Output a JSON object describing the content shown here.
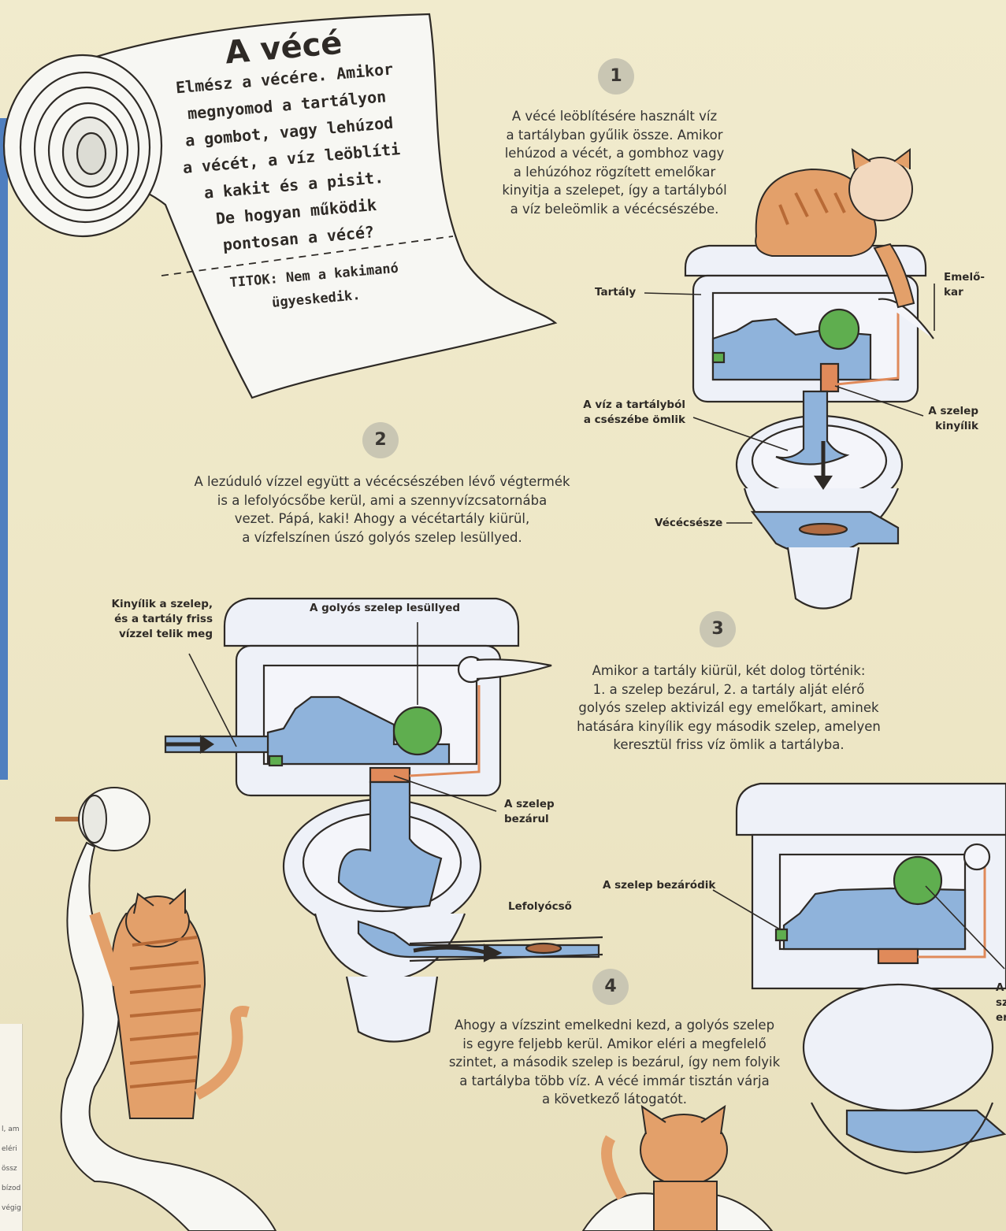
{
  "intro": {
    "title": "A vécé",
    "lines": [
      "Elmész a vécére. Amikor",
      "megnyomod a tartályon",
      "a gombot, vagy lehúzod",
      "a vécét, a víz leöblíti",
      "a kakit és a pisit.",
      "De hogyan működik",
      "pontosan a vécé?"
    ],
    "secret_lines": [
      "TITOK: Nem a kakimanó",
      "ügyeskedik."
    ]
  },
  "steps": [
    {
      "number": "1",
      "lines": [
        "A vécé leöblítésére használt víz",
        "a tartályban gyűlik össze. Amikor",
        "lehúzod a vécét, a gombhoz vagy",
        "a lehúzóhoz rögzített emelőkar",
        "kinyitja a szelepet, így a tartályból",
        "a víz beleömlik a vécécsészébe."
      ]
    },
    {
      "number": "2",
      "lines": [
        "A lezúduló vízzel együtt a vécécsészében lévő végtermék",
        "is a lefolyócsőbe kerül, ami a szennyvízcsatornába",
        "vezet. Pápá, kaki! Ahogy a vécétartály kiürül,",
        "a vízfelszínen úszó golyós szelep lesüllyed."
      ]
    },
    {
      "number": "3",
      "lines": [
        "Amikor a tartály kiürül, két dolog történik:",
        "1. a szelep bezárul, 2. a tartály alját elérő",
        "golyós szelep aktivizál egy emelőkart, aminek",
        "hatására kinyílik egy második szelep, amelyen",
        "keresztül friss víz ömlik a tartályba."
      ]
    },
    {
      "number": "4",
      "lines": [
        "Ahogy a vízszint emelkedni kezd, a golyós szelep",
        "is egyre feljebb kerül. Amikor eléri a megfelelő",
        "szintet, a második szelep is bezárul, így nem folyik",
        "a tartályba több víz. A vécé immár tisztán várja",
        "a következő látogatót."
      ]
    }
  ],
  "labels": {
    "tank": "Tartály",
    "lever": [
      "Emelő-",
      "kar"
    ],
    "water_flows": [
      "A víz a tartályból",
      "a csészébe ömlik"
    ],
    "valve_opens": [
      "A szelep",
      "kinyílik"
    ],
    "bowl": "Vécécsésze",
    "refill": [
      "Kinyílik a szelep,",
      "és a tartály friss",
      "vízzel telik meg"
    ],
    "ball_sinks": "A golyós szelep lesüllyed",
    "valve_closes": [
      "A szelep",
      "bezárul"
    ],
    "drain": "Lefolyócső",
    "valve_closing": "A szelep bezáródik",
    "cut_right": [
      "A",
      "sz",
      "er"
    ]
  },
  "edge_text": [
    "l, am",
    "eléri",
    "össz",
    "bízod",
    "végig"
  ],
  "colors": {
    "paper": "#efe8c8",
    "water": "#8fb3db",
    "ball": "#5fae4f",
    "valve": "#e08a5a",
    "cat": "#e3a06a",
    "badge": "#c9c6b3"
  }
}
